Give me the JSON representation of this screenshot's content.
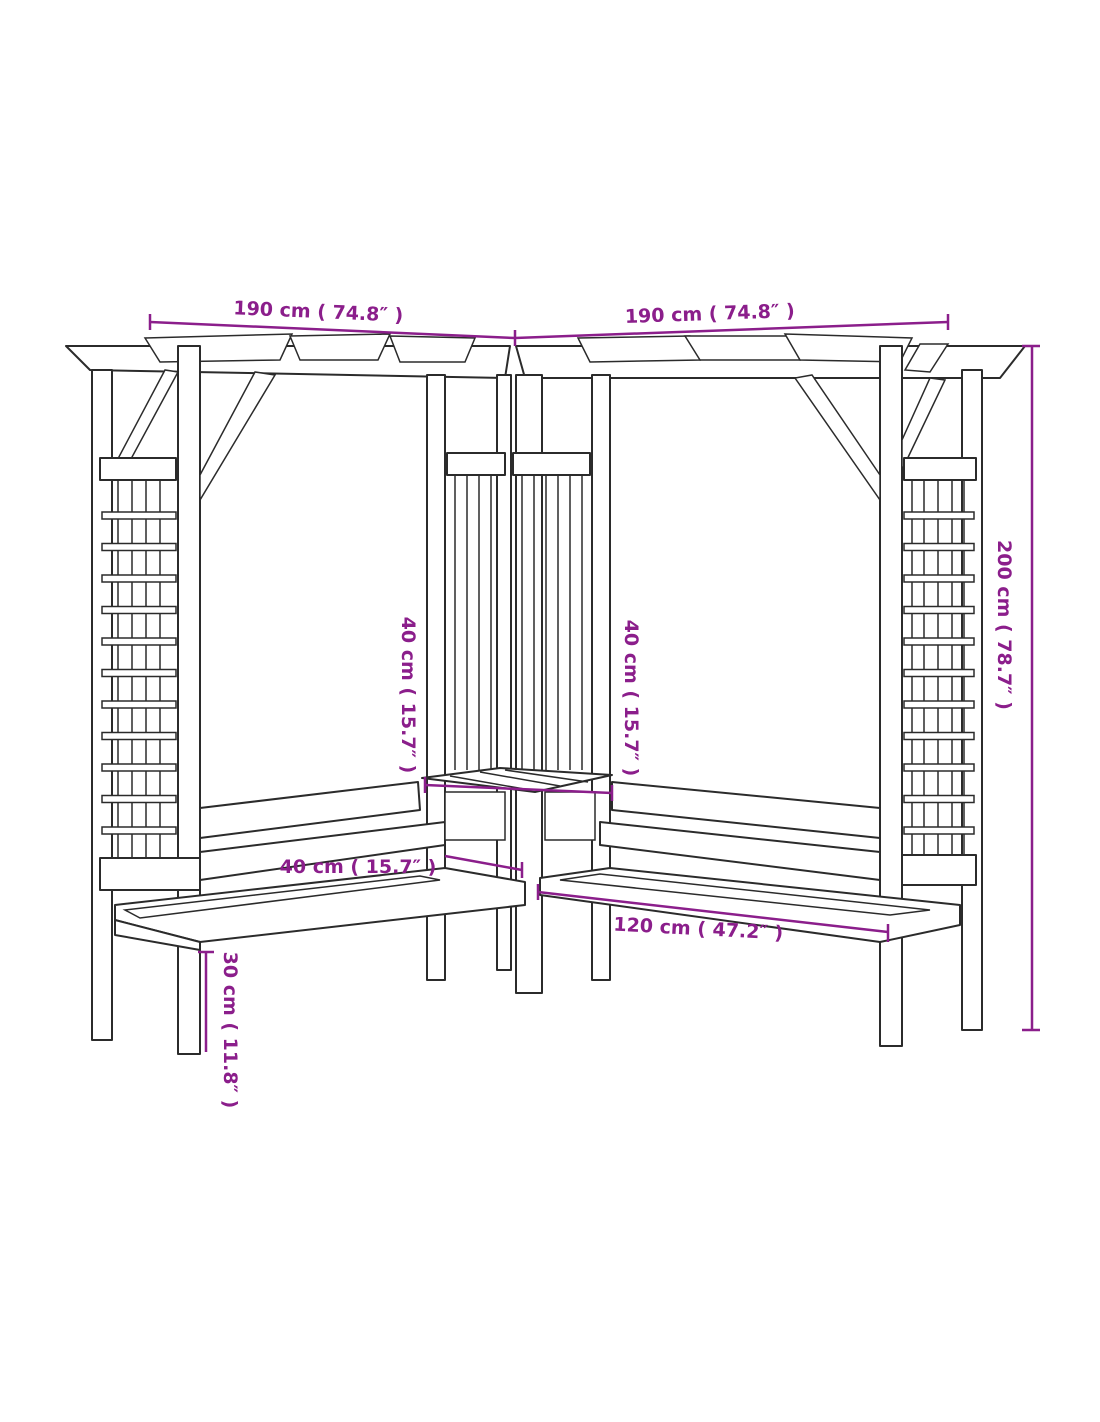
{
  "colors": {
    "dimension": "#8b1e8b",
    "line": "#2b2b2b",
    "background": "#ffffff"
  },
  "dimensions": {
    "width_left": "190 cm ( 74.8″ )",
    "width_right": "190 cm ( 74.8″ )",
    "height_total": "200 cm ( 78.7″ )",
    "backrest_left": "40 cm ( 15.7″ )",
    "backrest_right": "40 cm ( 15.7″ )",
    "seat_depth": "40 cm ( 15.7″ )",
    "seat_length": "120 cm ( 47.2″ )",
    "seat_height": "30 cm ( 11.8″ )"
  }
}
